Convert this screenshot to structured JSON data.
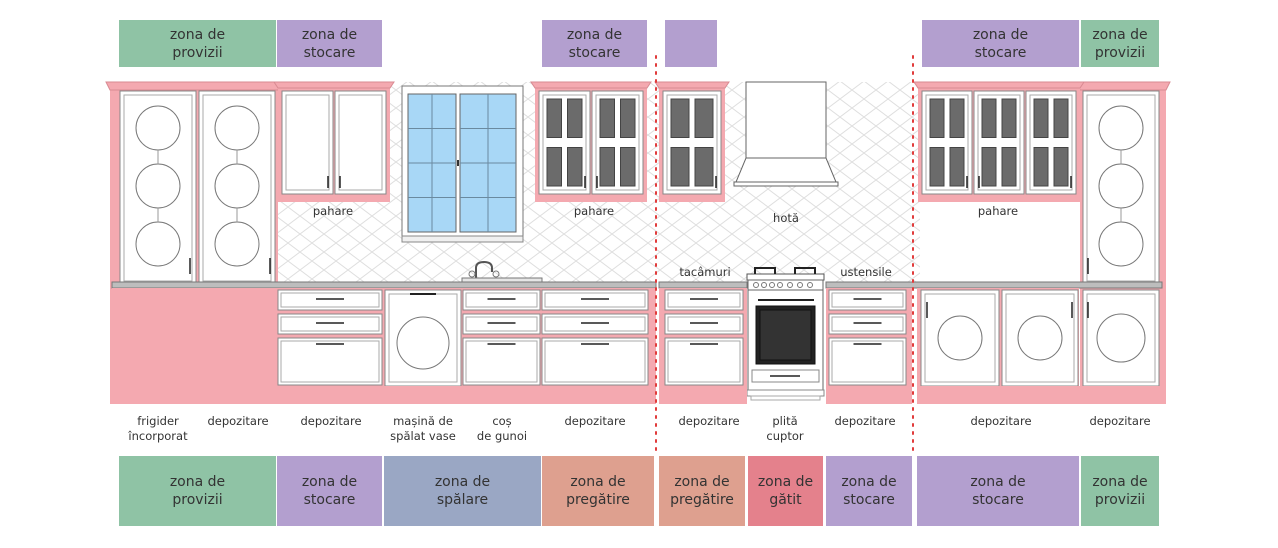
{
  "colors": {
    "provizii": "#8fc3a5",
    "stocare": "#b39fcf",
    "spalare": "#9aa7c4",
    "pregatire": "#dea08f",
    "gatit": "#e4818c",
    "cabinet_frame": "#f4a9b0",
    "tile_pattern": "#e2e2e2",
    "divider": "#e13b3b"
  },
  "top_zones": [
    {
      "label": "zona de\nprovizii",
      "type": "provizii"
    },
    {
      "label": "zona de\nstocare",
      "type": "stocare"
    },
    {
      "label": "zona de\nstocare",
      "type": "stocare"
    },
    {
      "label": "",
      "type": "stocare"
    },
    {
      "label": "zona de\nstocare",
      "type": "stocare"
    },
    {
      "label": "zona de\nprovizii",
      "type": "provizii"
    }
  ],
  "wall_labels": [
    {
      "text": "pahare"
    },
    {
      "text": "pahare"
    },
    {
      "text": "hotă"
    },
    {
      "text": "pahare"
    },
    {
      "text": "tacâmuri"
    },
    {
      "text": "ustensile"
    }
  ],
  "base_labels": [
    {
      "text": "frigider\nîncorporat"
    },
    {
      "text": "depozitare"
    },
    {
      "text": "depozitare"
    },
    {
      "text": "mașină de\nspălat vase"
    },
    {
      "text": "coș\nde gunoi"
    },
    {
      "text": "depozitare"
    },
    {
      "text": "depozitare"
    },
    {
      "text": "plită\ncuptor"
    },
    {
      "text": "depozitare"
    },
    {
      "text": "depozitare"
    },
    {
      "text": "depozitare"
    }
  ],
  "bottom_zones": [
    {
      "label": "zona de\nprovizii",
      "type": "provizii"
    },
    {
      "label": "zona de\nstocare",
      "type": "stocare"
    },
    {
      "label": "zona de\nspălare",
      "type": "spalare"
    },
    {
      "label": "zona de\npregătire",
      "type": "pregatire"
    },
    {
      "label": "zona de\npregătire",
      "type": "pregatire"
    },
    {
      "label": "zona de\ngătit",
      "type": "gatit"
    },
    {
      "label": "zona de\nstocare",
      "type": "stocare"
    },
    {
      "label": "zona de\nstocare",
      "type": "stocare"
    },
    {
      "label": "zona de\nprovizii",
      "type": "provizii"
    }
  ]
}
